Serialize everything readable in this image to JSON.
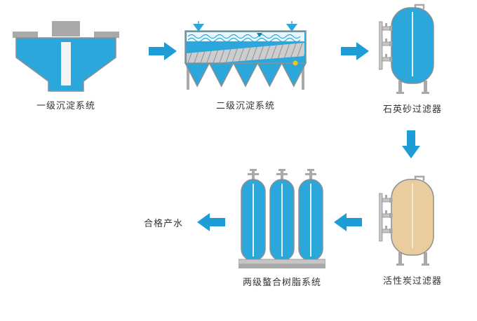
{
  "diagram": {
    "type": "process-flow",
    "nodes": [
      {
        "id": "primary-sedimentation",
        "label": "一级沉淀系统",
        "row": "top",
        "order": 1
      },
      {
        "id": "secondary-sedimentation",
        "label": "二级沉淀系统",
        "row": "top",
        "order": 2
      },
      {
        "id": "quartz-sand-filter",
        "label": "石英砂过滤器",
        "row": "top",
        "order": 3
      },
      {
        "id": "activated-carbon-filter",
        "label": "活性炭过滤器",
        "row": "bottom",
        "order": 4
      },
      {
        "id": "chelating-resin-system",
        "label": "两级螯合树脂系统",
        "row": "bottom",
        "order": 5
      },
      {
        "id": "product-water",
        "label": "合格产水",
        "row": "bottom",
        "order": 6
      }
    ],
    "edges": [
      {
        "from": "primary-sedimentation",
        "to": "secondary-sedimentation",
        "direction": "right"
      },
      {
        "from": "secondary-sedimentation",
        "to": "quartz-sand-filter",
        "direction": "right"
      },
      {
        "from": "quartz-sand-filter",
        "to": "activated-carbon-filter",
        "direction": "down"
      },
      {
        "from": "activated-carbon-filter",
        "to": "chelating-resin-system",
        "direction": "left"
      },
      {
        "from": "chelating-resin-system",
        "to": "product-water",
        "direction": "left"
      }
    ],
    "colors": {
      "equipment_blue": "#2BA7DB",
      "equipment_tan": "#E9CD9F",
      "structure_gray": "#A9A9A9",
      "outline_gray": "#8F8F8F",
      "arrow_blue": "#1E9CD6",
      "valve_yellow": "#F0C419",
      "label_color": "#333333",
      "background": "#FFFFFF"
    }
  }
}
